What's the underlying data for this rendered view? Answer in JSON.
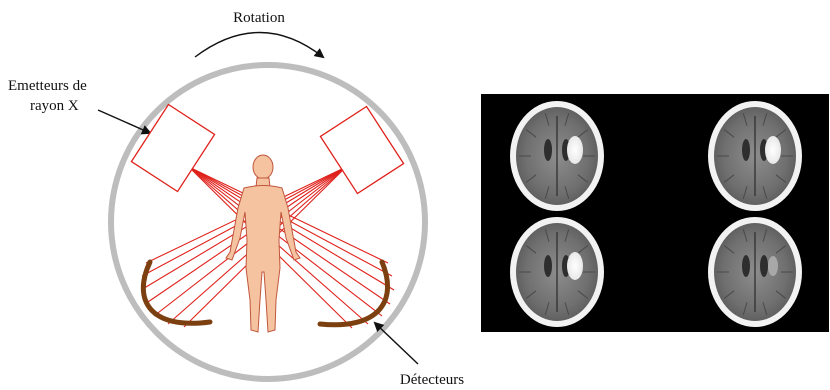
{
  "labels": {
    "rotation": "Rotation",
    "emitters_line1": "Emetteurs de",
    "emitters_line2": "rayon X",
    "detectors": "Détecteurs"
  },
  "colors": {
    "gantry": "#bdbdbd",
    "beam": "#e0211b",
    "detector": "#7b3f10",
    "body_fill": "#f6c3a1",
    "body_outline": "#c0563c",
    "arrow": "#111111",
    "scan_panel": "#000000"
  },
  "icons": {
    "rotation_arrow": "curved-arrow-icon",
    "body": "human-body-icon",
    "ct_slices": "brain-ct-slice-icon"
  },
  "ct_panel": {
    "slices": [
      {
        "lesion": "bright"
      },
      {
        "lesion": "bright"
      },
      {
        "lesion": "bright"
      },
      {
        "lesion": "faint"
      }
    ]
  }
}
